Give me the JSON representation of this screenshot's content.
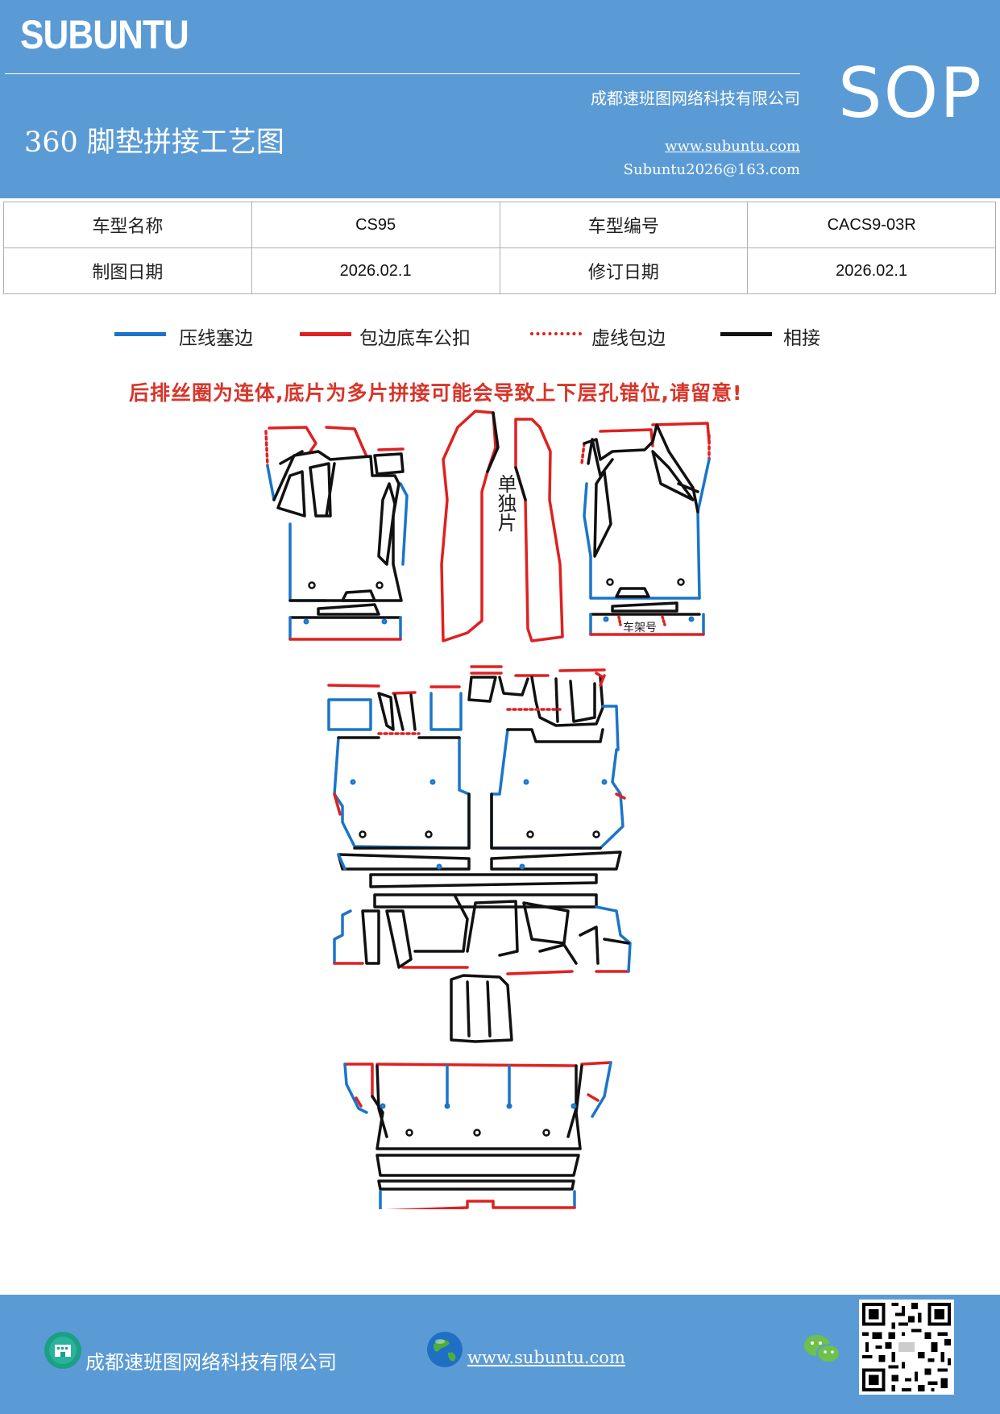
{
  "header": {
    "brand": "SUBUNTU",
    "sop": "SOP",
    "title": "360 脚垫拼接工艺图",
    "company": "成都速班图网络科技有限公司",
    "website": "www.subuntu.com",
    "email": "Subuntu2026@163.com"
  },
  "info_table": {
    "rows": [
      {
        "label1": "车型名称",
        "value1": "CS95",
        "label2": "车型编号",
        "value2": "CACS9-03R"
      },
      {
        "label1": "制图日期",
        "value1": "2026.02.1",
        "label2": "修订日期",
        "value2": "2026.02.1"
      }
    ]
  },
  "legend": [
    {
      "label": "压线塞边",
      "color": "#1a75c9",
      "style": "solid"
    },
    {
      "label": "包边底车公扣",
      "color": "#e02020",
      "style": "solid"
    },
    {
      "label": "虚线包边",
      "color": "#e02020",
      "style": "dotted"
    },
    {
      "label": "相接",
      "color": "#111111",
      "style": "solid"
    }
  ],
  "warning": "后排丝圈为连体,底片为多片拼接可能会导致上下层孔错位,请留意!",
  "diagram": {
    "single_piece_label": "单独片",
    "frame_number_label": "车架号"
  },
  "footer": {
    "company": "成都速班图网络科技有限公司",
    "website": "www.subuntu.com"
  },
  "icons": {
    "company": "building-icon",
    "web": "globe-icon",
    "chat": "wechat-icon",
    "qr": "qr-code"
  }
}
